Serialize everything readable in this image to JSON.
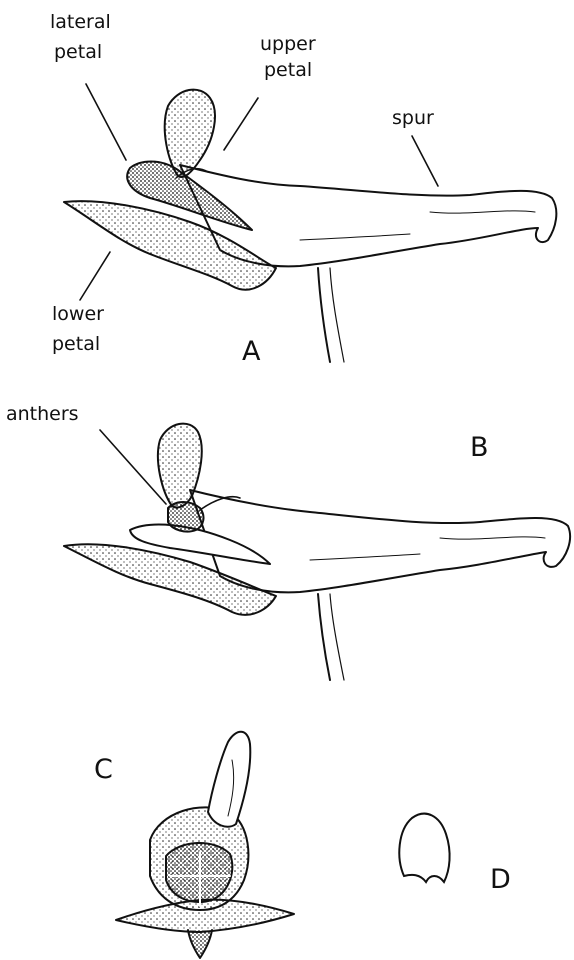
{
  "labels": {
    "lateral_petal_line1": "lateral",
    "lateral_petal_line2": "petal",
    "upper_petal_line1": "upper",
    "upper_petal_line2": "petal",
    "spur": "spur",
    "lower_petal_line1": "lower",
    "lower_petal_line2": "petal",
    "anthers": "anthers"
  },
  "panels": {
    "a": "A",
    "b": "B",
    "c": "C",
    "d": "D"
  },
  "colors": {
    "ink": "#111111",
    "background": "#ffffff"
  }
}
